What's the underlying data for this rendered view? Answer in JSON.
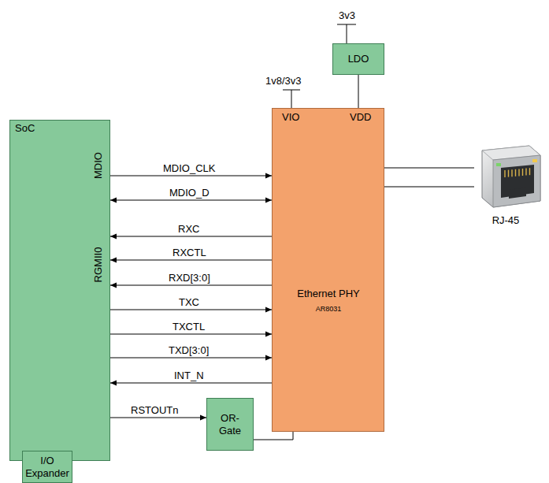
{
  "diagram": {
    "nodes": [
      {
        "text": [
          "SoC",
          "MDIO",
          "RGMII0"
        ]
      },
      {
        "text": [
          "LDO"
        ]
      },
      {
        "text": [
          "VIO",
          "VDD",
          "Ethernet PHY",
          "AR8031"
        ]
      },
      {
        "text": [
          "OR- Gate"
        ]
      },
      {
        "text": [
          "I/O Expander"
        ]
      },
      {
        "text": [
          "RJ-45"
        ]
      }
    ],
    "edges": [
      {
        "from": 0,
        "to": 2,
        "label": "MDIO_CLK",
        "arrow": "to"
      },
      {
        "from": 0,
        "to": 2,
        "label": "MDIO_D",
        "arrow": "both"
      },
      {
        "from": 2,
        "to": 0,
        "label": "RXC",
        "arrow": "to"
      },
      {
        "from": 2,
        "to": 0,
        "label": "RXCTL",
        "arrow": "to"
      },
      {
        "from": 2,
        "to": 0,
        "label": "RXD[3:0]",
        "arrow": "to"
      },
      {
        "from": 0,
        "to": 2,
        "label": "TXC",
        "arrow": "to"
      },
      {
        "from": 0,
        "to": 2,
        "label": "TXCTL",
        "arrow": "to"
      },
      {
        "from": 0,
        "to": 2,
        "label": "TXD[3:0]",
        "arrow": "to"
      },
      {
        "from": 2,
        "to": 0,
        "label": "INT_N",
        "arrow": "to"
      },
      {
        "from": 0,
        "to": 3,
        "label": "RSTOUTn",
        "arrow": "to"
      },
      {
        "from": 3,
        "to": 2,
        "arrow": "none"
      },
      {
        "from": 1,
        "to": 2,
        "arrow": "none"
      },
      {
        "from": 2,
        "to": 5,
        "arrow": "none"
      },
      {
        "from": 2,
        "to": 5,
        "arrow": "none"
      }
    ],
    "labels": [
      "3v3",
      "1v8/3v3"
    ]
  }
}
